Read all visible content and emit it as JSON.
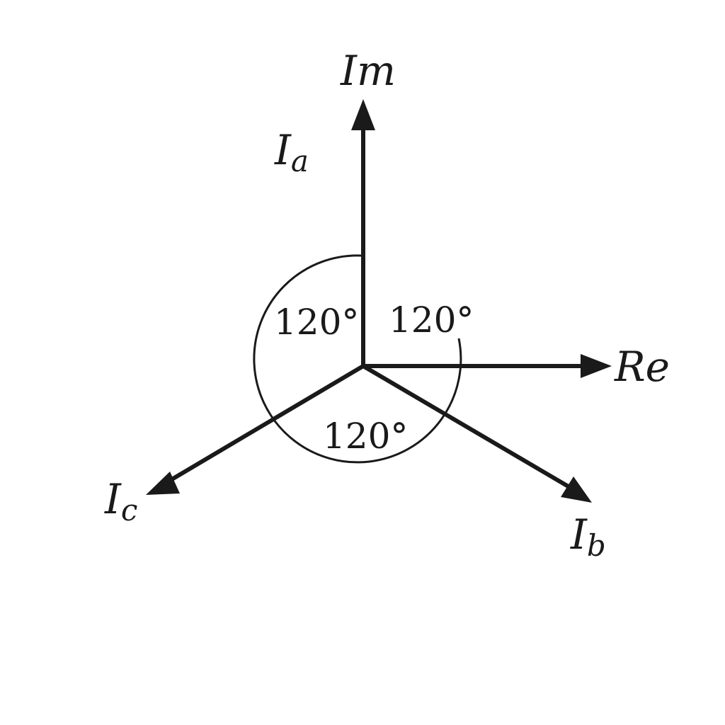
{
  "axes": {
    "imaginary_label": "Im",
    "real_label": "Re"
  },
  "phasors": [
    {
      "id": "a",
      "main": "I",
      "sub": "a",
      "angle_deg": 90
    },
    {
      "id": "b",
      "main": "I",
      "sub": "b",
      "angle_deg": -30
    },
    {
      "id": "c",
      "main": "I",
      "sub": "c",
      "angle_deg": 210
    }
  ],
  "angles": [
    {
      "label": "120°"
    },
    {
      "label": "120°"
    },
    {
      "label": "120°"
    }
  ],
  "colors": {
    "ink": "#1a1a1a",
    "background": "#ffffff"
  }
}
